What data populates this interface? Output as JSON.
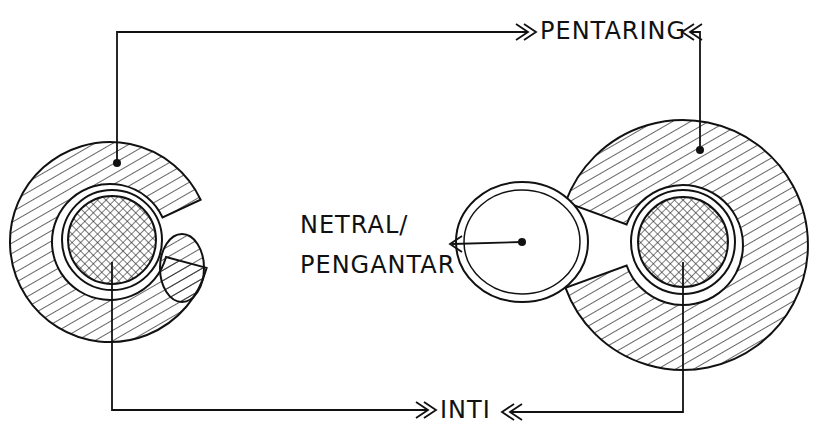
{
  "diagram": {
    "labels": [
      "PENTARING",
      "NETRAL/ PENGANTAR",
      "INTI"
    ]
  }
}
